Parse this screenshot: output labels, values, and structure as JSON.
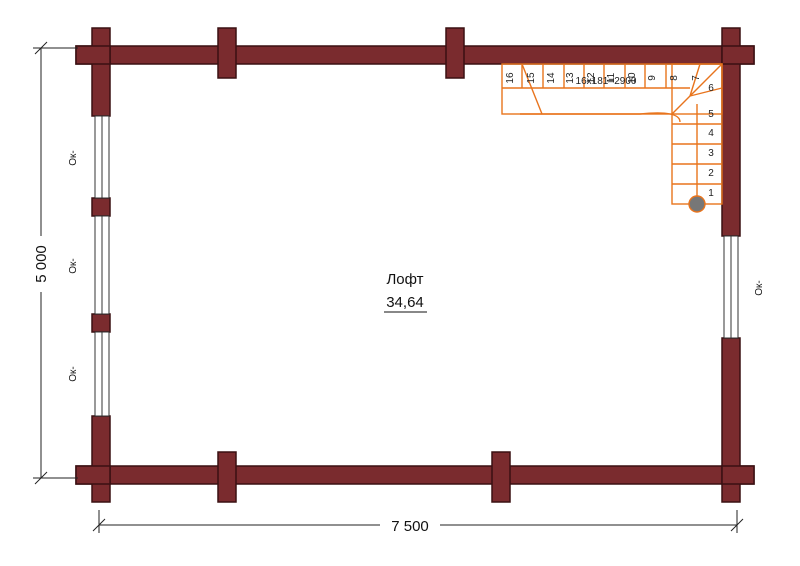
{
  "colors": {
    "wall": "#7a2b2e",
    "stair": "#e8741d",
    "post": "#777777"
  },
  "room": {
    "name": "Лофт",
    "area": "34,64"
  },
  "dimensions": {
    "width_label": "7 500",
    "height_label": "5 000"
  },
  "windows": {
    "label": "Ок-"
  },
  "stair": {
    "steps_straight": [
      "1",
      "2",
      "3",
      "4",
      "5"
    ],
    "steps_winder": [
      "6",
      "7"
    ],
    "steps_top": [
      "8",
      "9",
      "10",
      "11",
      "12",
      "13",
      "14",
      "15",
      "16"
    ],
    "flight_label": "16х181=2900"
  }
}
